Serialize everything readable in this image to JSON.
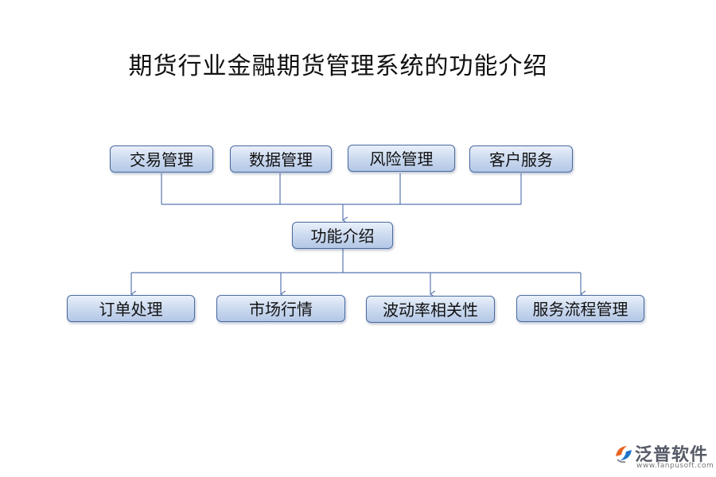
{
  "title": "期货行业金融期货管理系统的功能介绍",
  "top_nodes": [
    {
      "label": "交易管理"
    },
    {
      "label": "数据管理"
    },
    {
      "label": "风险管理"
    },
    {
      "label": "客户服务"
    }
  ],
  "center_node": {
    "label": "功能介绍"
  },
  "bottom_nodes": [
    {
      "label": "订单处理"
    },
    {
      "label": "市场行情"
    },
    {
      "label": "波动率相关性"
    },
    {
      "label": "服务流程管理"
    }
  ],
  "logo": {
    "name": "泛普软件",
    "url": "www.fanpusoft.com",
    "icon": "fanpu-logo-icon"
  },
  "colors": {
    "node_border": "#4a6aa0",
    "connector": "#5b78b0",
    "node_fill_top": "#e9f0fa",
    "node_fill_bottom": "#b3c7e6"
  }
}
